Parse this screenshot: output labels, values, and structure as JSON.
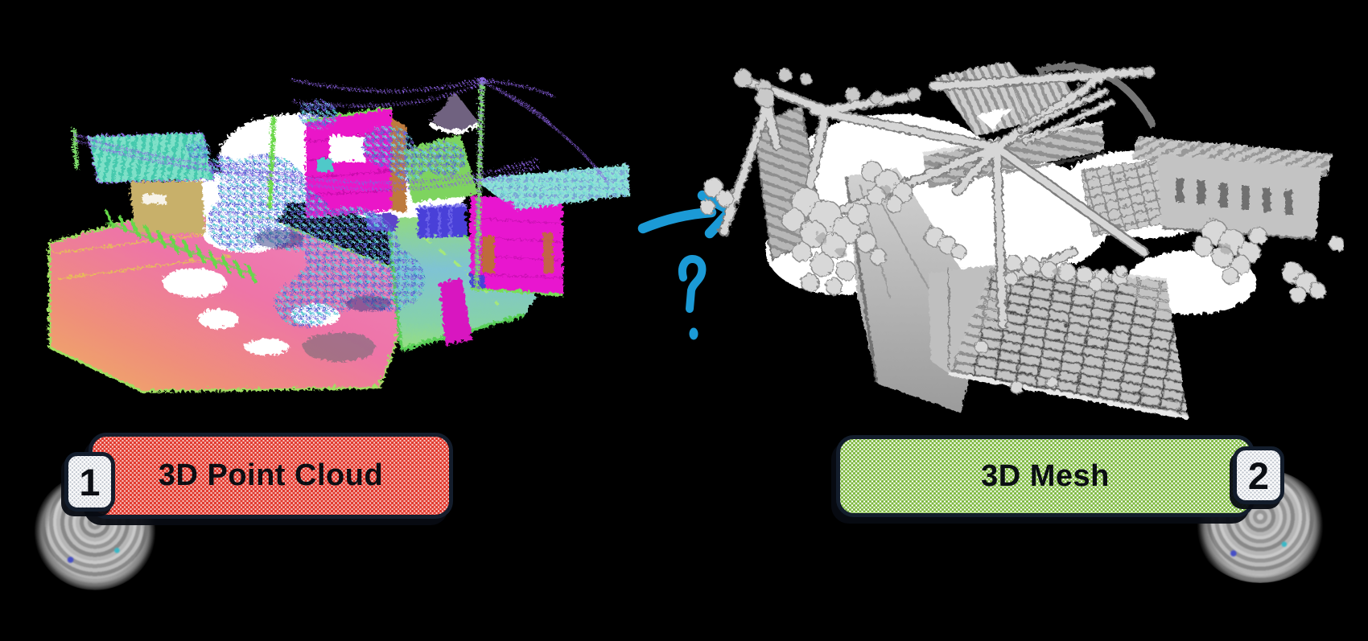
{
  "figure": {
    "type": "point-cloud-to-mesh-diagram",
    "steps": [
      {
        "number": "1",
        "label": "3D Point Cloud"
      },
      {
        "number": "2",
        "label": "3D Mesh"
      }
    ],
    "connector": {
      "symbol": "?",
      "arrow": "right"
    }
  },
  "colors": {
    "background": "#000000",
    "accent_blue": "#1b9ad6",
    "box_border": "#131d2c",
    "left_box_dot": "#e23a2e",
    "right_box_dot": "#7cb83e",
    "badge_dot": "#c7ccd4",
    "badge_bg": "#ffffff",
    "label_text": "#0b0e13",
    "point_cloud_magenta": "#e812c9",
    "point_cloud_pink": "#ee74a8",
    "point_cloud_green": "#7ed45f",
    "point_cloud_teal": "#7fe0c8",
    "point_cloud_blue": "#5a6fd4",
    "wire_purple": "#8a5fe0",
    "mesh_gray": "#c9c9c9"
  }
}
